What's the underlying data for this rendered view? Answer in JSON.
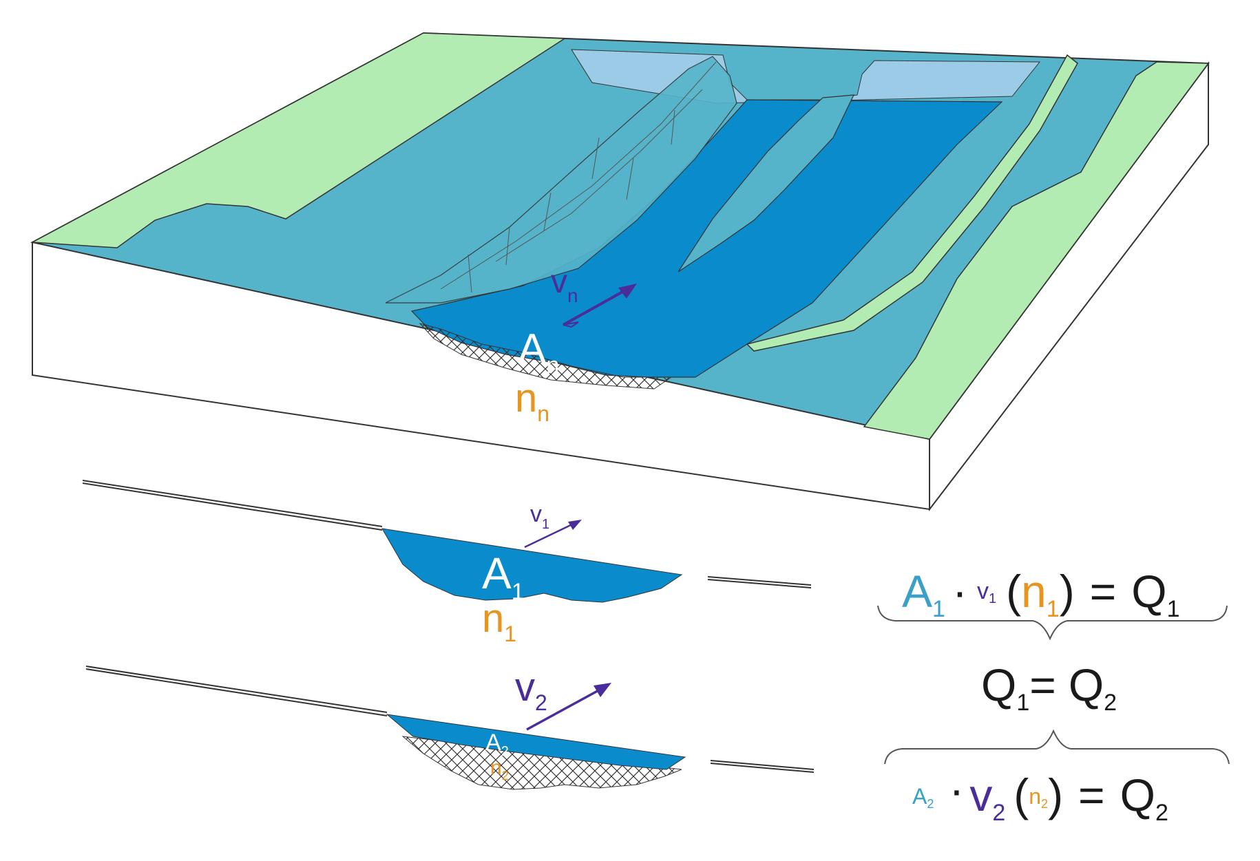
{
  "colors": {
    "floodplain": "#b3ecb3",
    "bank": "#56b4ca",
    "channel": "#0a8ccc",
    "distant_water": "#9ccbe7",
    "area": "#3aa0c8",
    "velocity": "#4a2d9a",
    "roughness": "#e8951f",
    "equation_text": "#1a1a1a",
    "outline": "#333333"
  },
  "block": {
    "velocity": {
      "symbol": "v",
      "sub": "n"
    },
    "area": {
      "symbol": "A",
      "sub": "n"
    },
    "roughness": {
      "symbol": "n",
      "sub": "n"
    }
  },
  "section_1": {
    "velocity": {
      "symbol": "v",
      "sub": "1"
    },
    "area": {
      "symbol": "A",
      "sub": "1"
    },
    "roughness": {
      "symbol": "n",
      "sub": "1"
    }
  },
  "section_2": {
    "velocity": {
      "symbol": "v",
      "sub": "2"
    },
    "area": {
      "symbol": "A",
      "sub": "2"
    },
    "roughness": {
      "symbol": "n",
      "sub": "2"
    }
  },
  "equations": {
    "eq1": {
      "area": "A",
      "area_sub": "1",
      "dot": "·",
      "velocity": "v",
      "velocity_sub": "1",
      "open_paren": "(",
      "roughness": "n",
      "roughness_sub": "1",
      "close_paren": ")",
      "equals": "=",
      "discharge": "Q",
      "discharge_sub": "1"
    },
    "middle": {
      "left": "Q",
      "left_sub": "1",
      "equals": "=",
      "right": "Q",
      "right_sub": "2"
    },
    "eq2": {
      "area": "A",
      "area_sub": "2",
      "dot": "·",
      "velocity": "v",
      "velocity_sub": "2",
      "open_paren": "(",
      "roughness": "n",
      "roughness_sub": "2",
      "close_paren": ")",
      "equals": "=",
      "discharge": "Q",
      "discharge_sub": "2"
    }
  }
}
